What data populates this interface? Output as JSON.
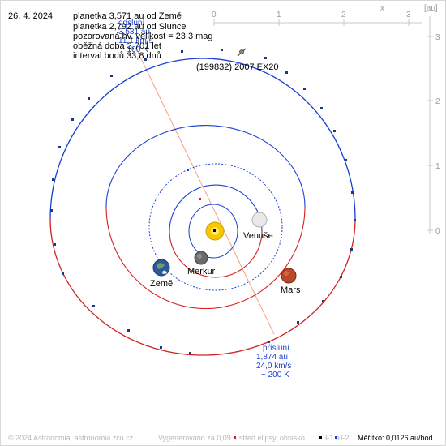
{
  "date": "26. 4. 2024",
  "info_lines": [
    "planetka 3,571 au od Země",
    "planetka 2,792 au od Slunce",
    "pozorovaná hv. velikost = 23,3 mag",
    "oběžná doba 3,701 let",
    "interval bodů 33,8 dnů"
  ],
  "asteroid_name": "(199832) 2007 EX20",
  "aphelion_labels": [
    "odsluní",
    "3,531 au",
    "11,1 km/s",
    "~ 100 K"
  ],
  "perihelion_labels": [
    "přísluní",
    "1,874 au",
    "24,0 km/s",
    "~ 200 K"
  ],
  "planets": [
    {
      "name": "Venuše",
      "color": "#e8e8e8"
    },
    {
      "name": "Merkur",
      "color": "#6a6a6a"
    },
    {
      "name": "Země",
      "color": "#2a5a9a"
    },
    {
      "name": "Mars",
      "color": "#b84a2a"
    }
  ],
  "axis": {
    "x_ticks": [
      "0",
      "1",
      "2",
      "3"
    ],
    "y_ticks": [
      "3",
      "2",
      "1",
      "0"
    ],
    "x_label": "x",
    "unit_label": "[au]"
  },
  "footer": {
    "copyright": "© 2024 Astronomia, astronomia.zcu.cz",
    "generated": "Vygenerováno za 0,09 s",
    "legend_center": "střed elipsy, ohnisko",
    "legend_f1": "F1 a",
    "legend_f2": "F2",
    "scale": "Měřítko: 0,0126 au/bod"
  },
  "colors": {
    "orbit_blue": "#1a3fd6",
    "orbit_red": "#d42020",
    "sun": "#f5c800",
    "apsis_line": "#f5a080"
  }
}
